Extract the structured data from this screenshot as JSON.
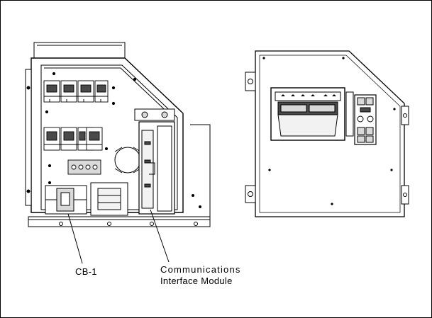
{
  "labels": {
    "breaker": "CB-1",
    "module_line1": "Communications",
    "module_line2": "Interface Module"
  },
  "colors": {
    "line": "#000000",
    "fill_light": "#f2f2f2",
    "fill_mid": "#d9d9d9",
    "fill_dark": "#4a4a4a"
  }
}
